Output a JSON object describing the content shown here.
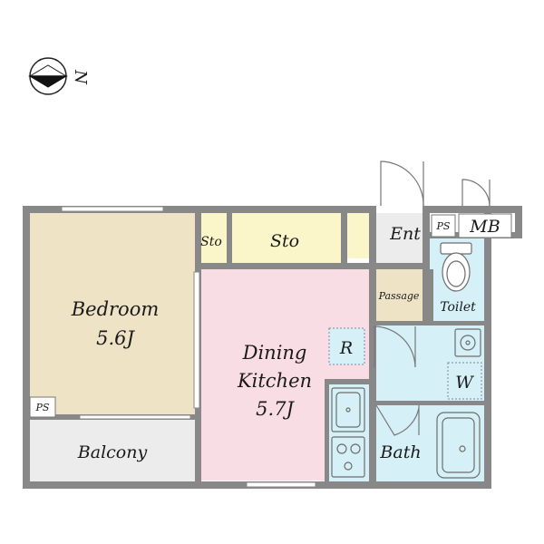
{
  "compass": {
    "north_label": "N",
    "icon": "compass-icon"
  },
  "rooms": {
    "bedroom": {
      "name": "Bedroom",
      "size": "5.6J",
      "color": "#efe3c6"
    },
    "dining_kitchen": {
      "name_line1": "Dining",
      "name_line2": "Kitchen",
      "size": "5.7J",
      "color": "#f9dde4"
    },
    "balcony": {
      "name": "Balcony",
      "color": "#ececec"
    },
    "storage_small": {
      "name": "Sto",
      "color": "#fbf6c9"
    },
    "storage_large": {
      "name": "Sto",
      "color": "#fbf6c9"
    },
    "entrance": {
      "name": "Ent",
      "color": "#ececec"
    },
    "passage": {
      "name": "Passage",
      "color": "#efe3c6"
    },
    "toilet": {
      "name": "Toilet",
      "color": "#d6f0f8"
    },
    "bath": {
      "name": "Bath",
      "color": "#d6f0f8"
    },
    "washroom": {
      "color": "#d6f0f8"
    }
  },
  "fixtures": {
    "refrigerator": "R",
    "washer": "W",
    "pipe_space_top": "PS",
    "pipe_space_bottom": "PS",
    "meter_box": "MB"
  },
  "colors": {
    "wall": "#888888",
    "fixture_line": "#6d6d6d",
    "dashed": "#7a8a9a"
  }
}
